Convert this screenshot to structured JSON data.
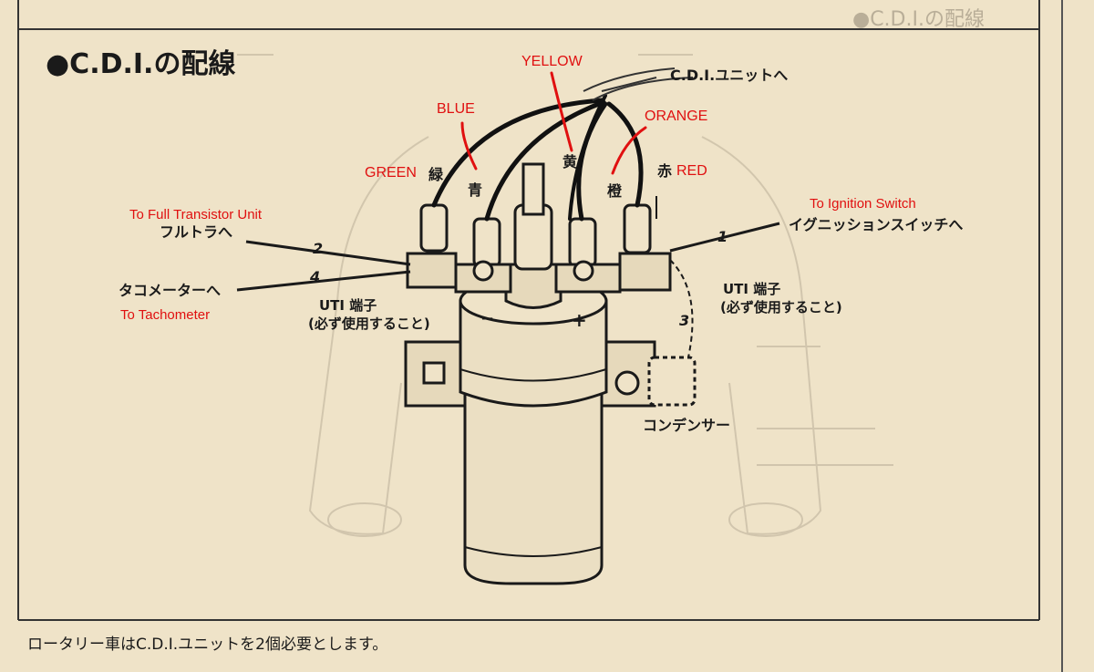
{
  "title": "●C.D.I.の配線",
  "mirror_title": "●C.D.I.の配線",
  "labels": {
    "cdi_unit": "C.D.I.ユニットへ",
    "full_transistor_jp": "フルトラへ",
    "tachometer_jp": "タコメーターへ",
    "ignition_switch_jp": "イグニッションスイッチへ",
    "uti_left_1": "UTI 端子",
    "uti_left_2": "(必ず使用すること)",
    "uti_right_1": "UTI 端子",
    "uti_right_2": "(必ず使用すること)",
    "condenser_jp": "コンデンサー",
    "wire_green_jp": "緑",
    "wire_blue_jp": "青",
    "wire_yellow_jp": "黄",
    "wire_orange_jp": "橙",
    "wire_red_jp": "赤",
    "num_1": "1",
    "num_2": "2",
    "num_3": "3",
    "num_4": "4",
    "minus": "−",
    "plus": "+"
  },
  "annotations": {
    "yellow": "YELLOW",
    "blue": "BLUE",
    "orange": "ORANGE",
    "green": "GREEN",
    "red": "RED",
    "to_full_transistor": "To Full Transistor Unit",
    "to_ignition_switch": "To Ignition Switch",
    "to_tachometer": "To Tachometer"
  },
  "footer": "ロータリー車はC.D.I.ユニットを2個必要とします。",
  "colors": {
    "paper": "#efe3c8",
    "ink": "#1a1a1a",
    "annotation": "#e01010",
    "ghost": "#b9ae98",
    "coil_shade": "#d9ccae"
  }
}
